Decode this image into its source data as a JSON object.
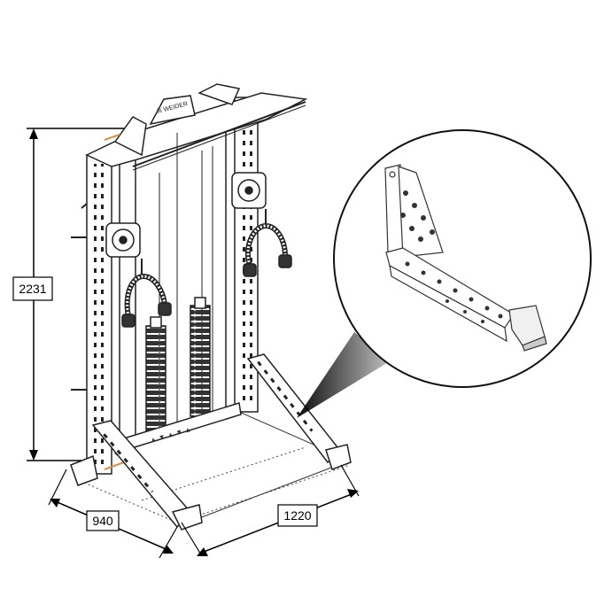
{
  "dimensions": {
    "height": "2231",
    "depth": "940",
    "width": "1220"
  },
  "colors": {
    "outline": "#222222",
    "frame_fill": "#ffffff",
    "accent": "#e38a3c",
    "pointer": "#111111"
  },
  "icons": {
    "machine": "functional-trainer-rack-drawing",
    "detail": "stabilizer-foot-detail"
  }
}
